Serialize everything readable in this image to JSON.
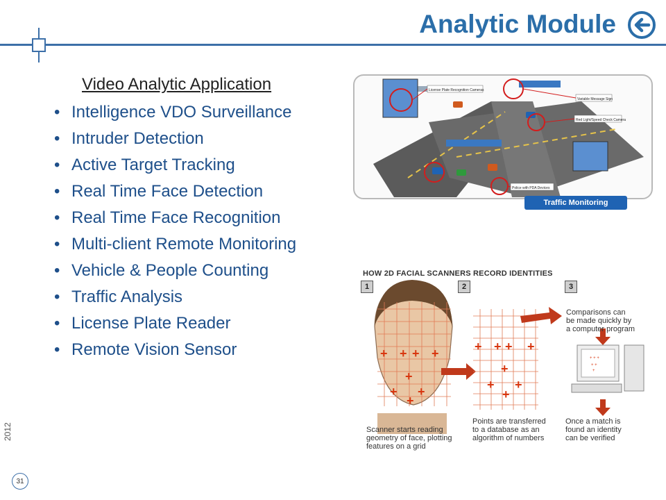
{
  "header": {
    "title": "Analytic Module",
    "back_icon": "back-arrow-icon"
  },
  "main": {
    "subtitle": "Video Analytic Application",
    "bullets": [
      "Intelligence VDO Surveillance",
      "Intruder Detection",
      "Active Target Tracking",
      "Real Time Face Detection",
      "Real Time Face Recognition",
      "Multi-client Remote Monitoring",
      "Vehicle & People Counting",
      "Traffic Analysis",
      "License Plate Reader",
      "Remote Vision Sensor"
    ]
  },
  "footer": {
    "year": "2012",
    "page_number": "31"
  },
  "traffic_figure": {
    "caption": "Traffic Monitoring",
    "labels": {
      "lpr": "License Plate Recognition Cameras",
      "vms": "Variable Message Sign",
      "redlight": "Red Light/Speed Check Camera",
      "police": "Police with PDA Devices"
    }
  },
  "face_figure": {
    "heading": "HOW 2D FACIAL SCANNERS RECORD IDENTITIES",
    "steps": [
      {
        "num": "1",
        "text": [
          "Scanner starts reading",
          "geometry of face, plotting",
          "features on a grid"
        ]
      },
      {
        "num": "2",
        "text": [
          "Points are transferred",
          "to a database as an",
          "algorithm of numbers"
        ]
      },
      {
        "num": "3",
        "text": [
          "Once a match is",
          "found an identity",
          "can be verified"
        ]
      }
    ],
    "compare_text": [
      "Comparisons can",
      "be made quickly by",
      "a computer program"
    ]
  },
  "colors": {
    "title_blue": "#2b6ea9",
    "bullet_blue": "#1e4f8a",
    "accent_red": "#c0391b"
  }
}
